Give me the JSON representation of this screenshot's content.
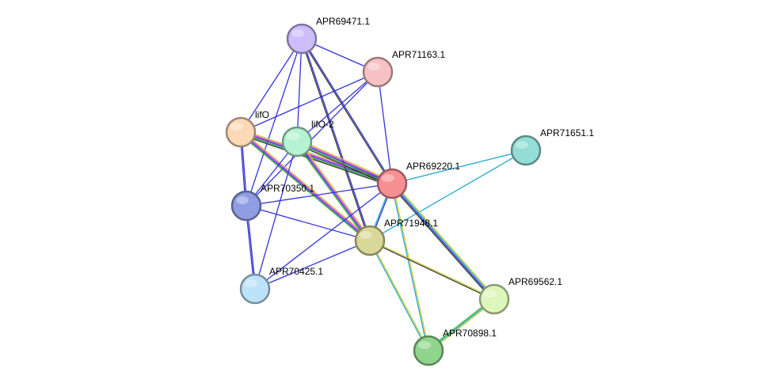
{
  "network": {
    "nodes": [
      {
        "id": "APR69471.1",
        "label": "APR69471.1",
        "color": "#cdbdfb"
      },
      {
        "id": "APR71163.1",
        "label": "APR71163.1",
        "color": "#f6c2c5"
      },
      {
        "id": "lifO",
        "label": "lifO",
        "color": "#fcd9b6"
      },
      {
        "id": "lifO-2",
        "label": "lifO-2",
        "color": "#b6f3d3"
      },
      {
        "id": "APR71651.1",
        "label": "APR71651.1",
        "color": "#93ddd6"
      },
      {
        "id": "APR69220.1",
        "label": "APR69220.1",
        "color": "#f68f92"
      },
      {
        "id": "APR70350.1",
        "label": "APR70350.1",
        "color": "#8f9ee3"
      },
      {
        "id": "APR71948.1",
        "label": "APR71948.1",
        "color": "#d9d898"
      },
      {
        "id": "APR70425.1",
        "label": "APR70425.1",
        "color": "#bde3fa"
      },
      {
        "id": "APR69562.1",
        "label": "APR69562.1",
        "color": "#ddf6bb"
      },
      {
        "id": "APR70898.1",
        "label": "APR70898.1",
        "color": "#8fd68c"
      }
    ],
    "edges": [
      {
        "source": "APR69471.1",
        "target": "APR71163.1",
        "colors": [
          "#3333dd"
        ]
      },
      {
        "source": "APR69471.1",
        "target": "lifO",
        "colors": [
          "#3333dd"
        ]
      },
      {
        "source": "APR69471.1",
        "target": "lifO-2",
        "colors": [
          "#3333dd"
        ]
      },
      {
        "source": "APR69471.1",
        "target": "APR70350.1",
        "colors": [
          "#3333dd"
        ]
      },
      {
        "source": "APR69471.1",
        "target": "APR69220.1",
        "colors": [
          "#3333dd",
          "#333333"
        ]
      },
      {
        "source": "APR69471.1",
        "target": "APR71948.1",
        "colors": [
          "#3333dd",
          "#333333"
        ]
      },
      {
        "source": "APR71163.1",
        "target": "lifO",
        "colors": [
          "#3333dd"
        ]
      },
      {
        "source": "APR71163.1",
        "target": "lifO-2",
        "colors": [
          "#3333dd"
        ]
      },
      {
        "source": "APR71163.1",
        "target": "APR70350.1",
        "colors": [
          "#3333dd"
        ]
      },
      {
        "source": "APR71163.1",
        "target": "APR69220.1",
        "colors": [
          "#3333dd"
        ]
      },
      {
        "source": "lifO",
        "target": "APR70350.1",
        "colors": [
          "#3333dd",
          "#3333dd"
        ]
      },
      {
        "source": "lifO",
        "target": "APR69220.1",
        "colors": [
          "#cccc33",
          "#dd33dd",
          "#3333dd",
          "#33aa33",
          "#333333"
        ]
      },
      {
        "source": "lifO",
        "target": "APR71948.1",
        "colors": [
          "#cccc33",
          "#dd33dd",
          "#3333dd",
          "#33aa33"
        ]
      },
      {
        "source": "lifO-2",
        "target": "APR69220.1",
        "colors": [
          "#cccc33",
          "#dd33dd",
          "#3333dd",
          "#33aa33",
          "#333333"
        ]
      },
      {
        "source": "lifO-2",
        "target": "APR71948.1",
        "colors": [
          "#cccc33",
          "#dd33dd",
          "#3333dd",
          "#33aa33"
        ]
      },
      {
        "source": "lifO-2",
        "target": "APR70350.1",
        "colors": [
          "#3333dd"
        ]
      },
      {
        "source": "lifO-2",
        "target": "APR70425.1",
        "colors": [
          "#3333dd"
        ]
      },
      {
        "source": "APR71651.1",
        "target": "APR69220.1",
        "colors": [
          "#22aacc"
        ]
      },
      {
        "source": "APR71651.1",
        "target": "APR71948.1",
        "colors": [
          "#22aacc"
        ]
      },
      {
        "source": "APR69220.1",
        "target": "APR70350.1",
        "colors": [
          "#3333dd"
        ]
      },
      {
        "source": "APR69220.1",
        "target": "APR71948.1",
        "colors": [
          "#3333dd",
          "#22aacc"
        ]
      },
      {
        "source": "APR69220.1",
        "target": "APR70425.1",
        "colors": [
          "#3333dd"
        ]
      },
      {
        "source": "APR69220.1",
        "target": "APR69562.1",
        "colors": [
          "#cccc33",
          "#22aacc",
          "#3333dd",
          "#333333"
        ]
      },
      {
        "source": "APR69220.1",
        "target": "APR70898.1",
        "colors": [
          "#cccc33",
          "#22aacc"
        ]
      },
      {
        "source": "APR70350.1",
        "target": "APR71948.1",
        "colors": [
          "#3333dd"
        ]
      },
      {
        "source": "APR70350.1",
        "target": "APR70425.1",
        "colors": [
          "#3333dd",
          "#3333dd"
        ]
      },
      {
        "source": "APR71948.1",
        "target": "APR70425.1",
        "colors": [
          "#3333dd"
        ]
      },
      {
        "source": "APR71948.1",
        "target": "APR69562.1",
        "colors": [
          "#cccc33",
          "#333333"
        ]
      },
      {
        "source": "APR71948.1",
        "target": "APR70898.1",
        "colors": [
          "#cccc33",
          "#22aacc"
        ]
      },
      {
        "source": "APR69562.1",
        "target": "APR70898.1",
        "colors": [
          "#cccc33",
          "#22aacc",
          "#33aa33"
        ]
      }
    ]
  }
}
